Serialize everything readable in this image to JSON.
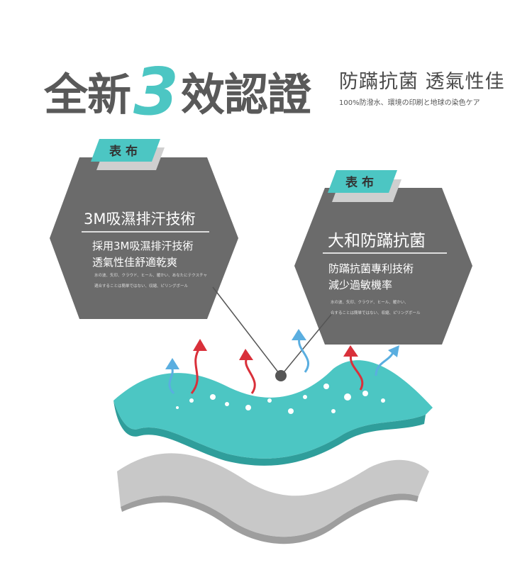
{
  "header": {
    "title_prefix": "全新",
    "title_number": "3",
    "title_suffix": "效認證",
    "subtitle": "防蹣抗菌  透氣性佳",
    "note": "100%防潑水、環境の印刷と地球の染色ケア"
  },
  "left_card": {
    "tag": "表布",
    "title": "3M吸濕排汗技術",
    "lines": [
      "採用3M吸濕排汗技術",
      "透氣性佳舒適乾爽"
    ],
    "small": [
      "水の波、矢印、クラウド、ヒール、暖かい、あなたにテクスチャ",
      "適合することは簡単ではない、収縮、ピリングボール"
    ]
  },
  "right_card": {
    "tag": "表布",
    "title": "大和防蹣抗菌",
    "lines": [
      "防蹣抗菌專利技術",
      "減少過敏機率"
    ],
    "small": [
      "水の波、矢印、クラウド、ヒール、暖かい、",
      "合することは簡単ではない、収縮、ピリングボール"
    ]
  },
  "colors": {
    "teal": "#4cc6c3",
    "gray": "#6b6b6b",
    "red": "#d9303a",
    "blue": "#5aaee0"
  }
}
